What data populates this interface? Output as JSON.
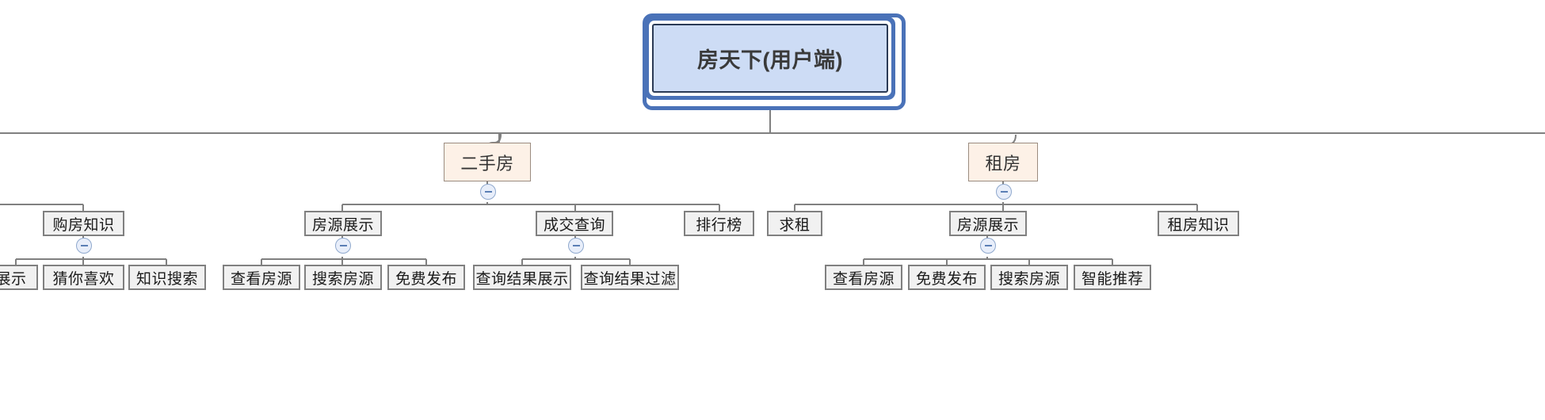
{
  "diagram": {
    "type": "mindmap-tree",
    "title": "房天下(用户端)",
    "orientation": "top-down",
    "colors": {
      "root_fill": "#cddcf5",
      "root_border": "#4a72b8",
      "level2_fill": "#fdf1e7",
      "level2_border": "#9b8c80",
      "leaf_fill": "#f1f1f1",
      "leaf_border": "#808080",
      "connector": "#808080",
      "collapse_icon": "#8fa8cd"
    },
    "root": {
      "label": "房天下(用户端)"
    },
    "branches": [
      {
        "label": "购房知识",
        "level": 3,
        "children": [
          {
            "label": "展示",
            "clipped": true
          },
          {
            "label": "猜你喜欢"
          },
          {
            "label": "知识搜索"
          }
        ]
      },
      {
        "label": "二手房",
        "level": 2,
        "collapsible": true,
        "children": [
          {
            "label": "房源展示",
            "collapsible": true,
            "children": [
              {
                "label": "查看房源"
              },
              {
                "label": "搜索房源"
              },
              {
                "label": "免费发布"
              }
            ]
          },
          {
            "label": "成交查询",
            "collapsible": true,
            "children": [
              {
                "label": "查询结果展示"
              },
              {
                "label": "查询结果过滤"
              }
            ]
          },
          {
            "label": "排行榜",
            "children": []
          }
        ]
      },
      {
        "label": "租房",
        "level": 2,
        "collapsible": true,
        "children": [
          {
            "label": "求租",
            "children": []
          },
          {
            "label": "房源展示",
            "collapsible": true,
            "children": [
              {
                "label": "查看房源"
              },
              {
                "label": "免费发布"
              },
              {
                "label": "搜索房源"
              },
              {
                "label": "智能推荐"
              }
            ]
          },
          {
            "label": "租房知识",
            "children": []
          }
        ]
      }
    ]
  },
  "nodes": {
    "root": "房天下(用户端)",
    "ershoufang": "二手房",
    "zufang": "租房",
    "goufangzhishi": "购房知识",
    "zhanshi_clipped": "展示",
    "cainixihuan": "猜你喜欢",
    "zhishisousuo": "知识搜索",
    "es_fangyuanzhanshi": "房源展示",
    "es_chengjiaochaxun": "成交查询",
    "es_paihangbang": "排行榜",
    "es_chakanfangyuan": "查看房源",
    "es_sousuofangyuan": "搜索房源",
    "es_mianfeifabu": "免费发布",
    "es_chaxunjieguozhanshi": "查询结果展示",
    "es_chaxunjieguoguolv": "查询结果过滤",
    "zf_qiuzu": "求租",
    "zf_fangyuanzhanshi": "房源展示",
    "zf_zufangzhishi": "租房知识",
    "zf_chakanfangyuan": "查看房源",
    "zf_mianfeifabu": "免费发布",
    "zf_sousuofangyuan": "搜索房源",
    "zf_zhinengtuijian": "智能推荐"
  }
}
